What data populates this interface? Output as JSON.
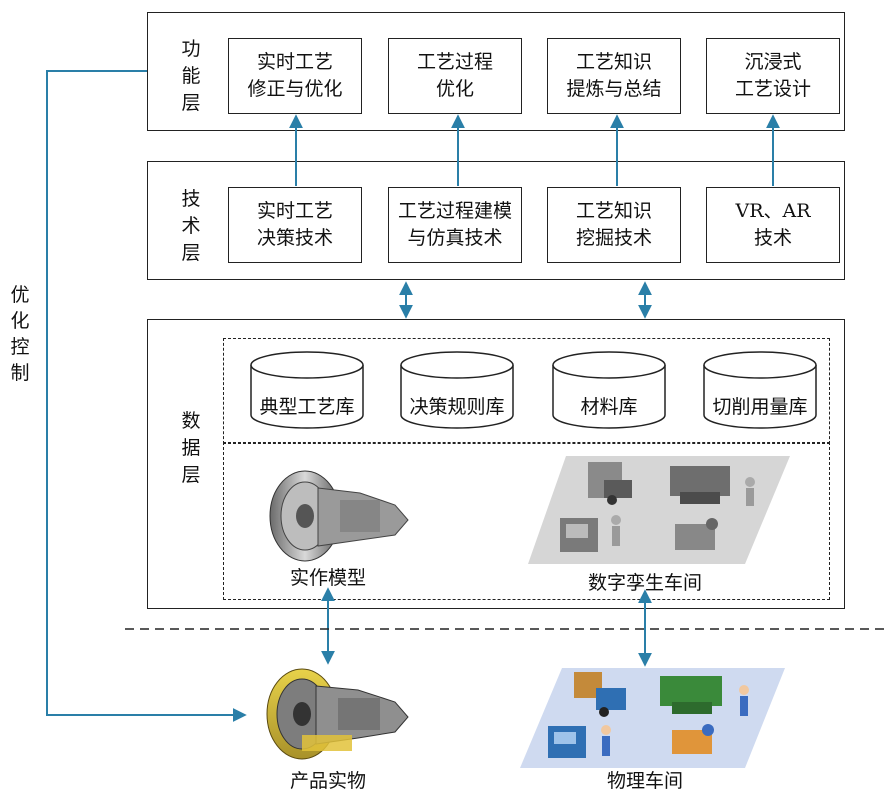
{
  "function_layer": {
    "label": [
      "功",
      "能",
      "层"
    ],
    "boxes": [
      {
        "line1": "实时工艺",
        "line2": "修正与优化"
      },
      {
        "line1": "工艺过程",
        "line2": "优化"
      },
      {
        "line1": "工艺知识",
        "line2": "提炼与总结"
      },
      {
        "line1": "沉浸式",
        "line2": "工艺设计"
      }
    ]
  },
  "tech_layer": {
    "label": [
      "技",
      "术",
      "层"
    ],
    "boxes": [
      {
        "line1": "实时工艺",
        "line2": "决策技术"
      },
      {
        "line1": "工艺过程建模",
        "line2": "与仿真技术"
      },
      {
        "line1": "工艺知识",
        "line2": "挖掘技术"
      },
      {
        "line1": "VR、AR",
        "line2": "技术"
      }
    ]
  },
  "data_layer": {
    "label": [
      "数",
      "据",
      "层"
    ],
    "databases": [
      "典型工艺库",
      "决策规则库",
      "材料库",
      "切削用量库"
    ],
    "model_caption": "实作模型",
    "workshop_caption": "数字孪生车间"
  },
  "physical": {
    "product_caption": "产品实物",
    "workshop_caption": "物理车间"
  },
  "side_loop": {
    "label": [
      "优",
      "化",
      "控",
      "制"
    ]
  },
  "colors": {
    "arrow": "#2a7fa8",
    "border": "#222222"
  }
}
